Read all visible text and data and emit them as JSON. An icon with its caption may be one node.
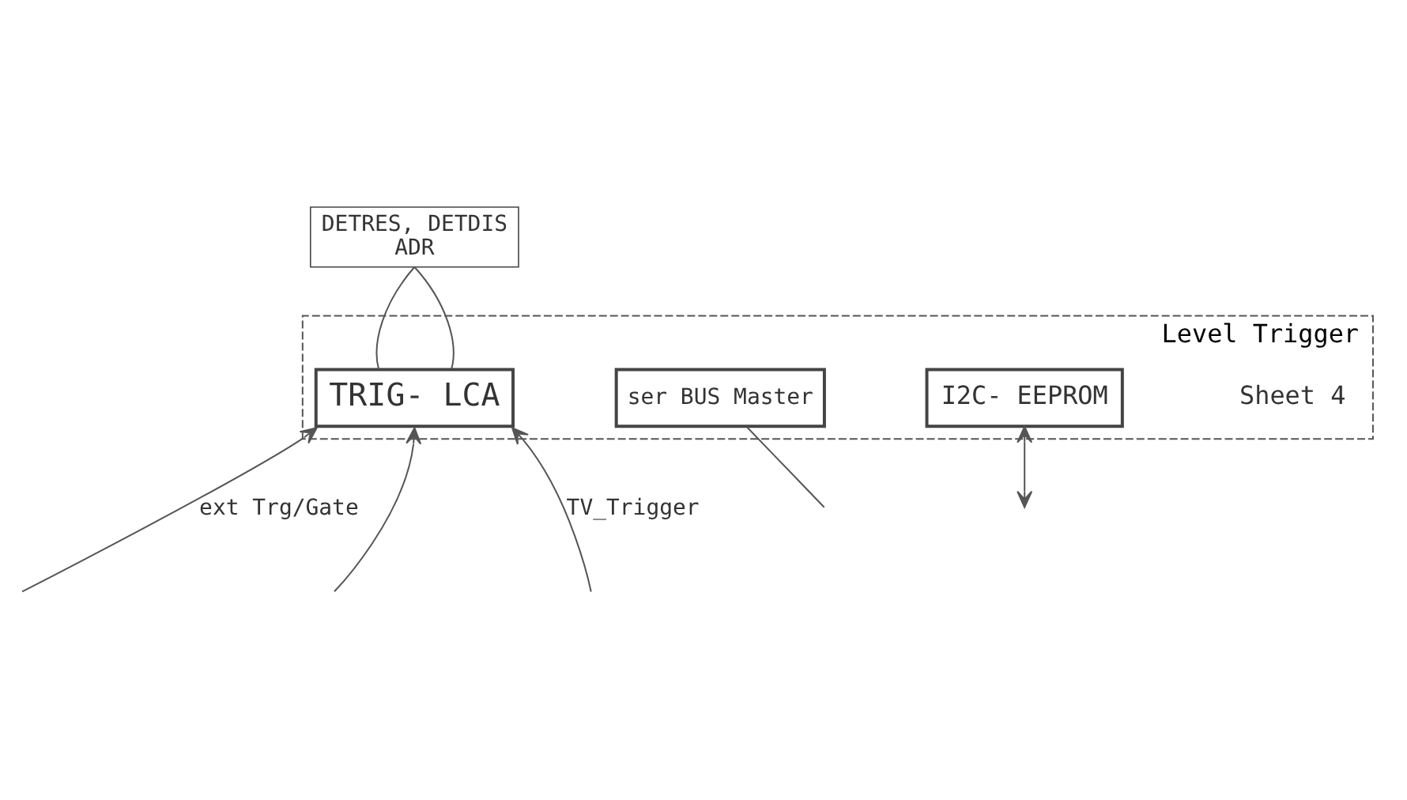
{
  "diagram": {
    "nodes": [
      {
        "text": [
          "Level Trigger"
        ]
      },
      {
        "text": [
          "TRIG- LCA"
        ],
        "in": 0
      },
      {
        "text": [
          "ser BUS Master"
        ],
        "in": 0
      },
      {
        "text": [
          "I2C- EEPROM"
        ],
        "in": 0
      },
      {
        "text": [
          "DETRES, DETDIS",
          "ADR"
        ]
      }
    ],
    "edges": [
      {
        "from": 4,
        "to": 1,
        "arrow": "none"
      },
      {
        "from": 4,
        "to": 1,
        "arrow": "none"
      },
      {
        "from": 2,
        "to": null,
        "arrow": "none"
      },
      {
        "from": 3,
        "to": null,
        "arrow": "both"
      },
      {
        "from": null,
        "to": 1,
        "arrow": "to",
        "label": "ext Trg/Gate"
      },
      {
        "from": null,
        "to": 1,
        "arrow": "to"
      },
      {
        "from": null,
        "to": 1,
        "arrow": "to",
        "label": "TV_Trigger"
      }
    ],
    "labels": [
      "Sheet 4"
    ]
  }
}
